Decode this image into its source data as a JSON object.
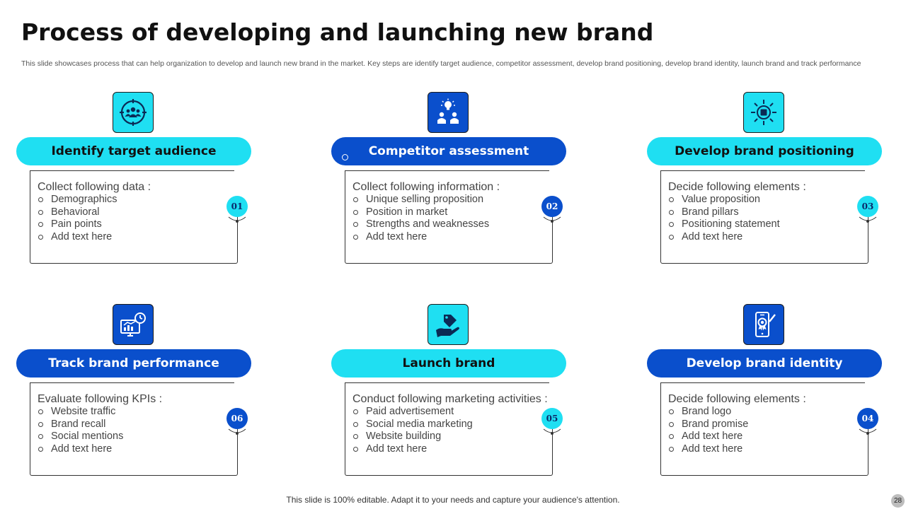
{
  "title": "Process of developing and launching new brand",
  "subtitle": "This slide showcases process that can help organization to develop and launch new brand in the market. Key steps are identify target audience, competitor assessment, develop brand positioning, develop brand identity, launch brand and track performance",
  "steps": [
    {
      "heading": "Identify target audience",
      "number": "01",
      "lead": "Collect following data :",
      "items": [
        "Demographics",
        "Behavioral",
        "Pain points",
        "Add text here"
      ],
      "icon": "target-audience-icon",
      "color": "cyan"
    },
    {
      "heading": "Competitor assessment",
      "number": "02",
      "lead": "Collect following information :",
      "items": [
        "Unique selling proposition",
        "Position in market",
        "Strengths and weaknesses",
        "Add text here"
      ],
      "icon": "idea-team-icon",
      "color": "blue"
    },
    {
      "heading": "Develop brand positioning",
      "number": "03",
      "lead": "Decide following elements :",
      "items": [
        "Value proposition",
        "Brand pillars",
        "Positioning statement",
        "Add text here"
      ],
      "icon": "brand-radiate-icon",
      "color": "cyan"
    },
    {
      "heading": "Track brand performance",
      "number": "06",
      "lead": "Evaluate following KPIs :",
      "items": [
        "Website traffic",
        "Brand recall",
        "Social mentions",
        "Add text here"
      ],
      "icon": "performance-monitor-icon",
      "color": "blue"
    },
    {
      "heading": "Launch brand",
      "number": "05",
      "lead": "Conduct following marketing activities :",
      "items": [
        "Paid advertisement",
        "Social media marketing",
        "Website building",
        "Add text here"
      ],
      "icon": "hand-tag-icon",
      "color": "cyan"
    },
    {
      "heading": "Develop brand identity",
      "number": "04",
      "lead": "Decide following elements :",
      "items": [
        "Brand logo",
        "Brand promise",
        "Add text here",
        "Add text here"
      ],
      "icon": "mobile-badge-icon",
      "color": "blue"
    }
  ],
  "footer": "This slide is 100% editable. Adapt it to your needs and capture your audience's attention.",
  "page_number": "28",
  "colors": {
    "cyan": "#1fdff2",
    "blue": "#0a4fcc"
  }
}
